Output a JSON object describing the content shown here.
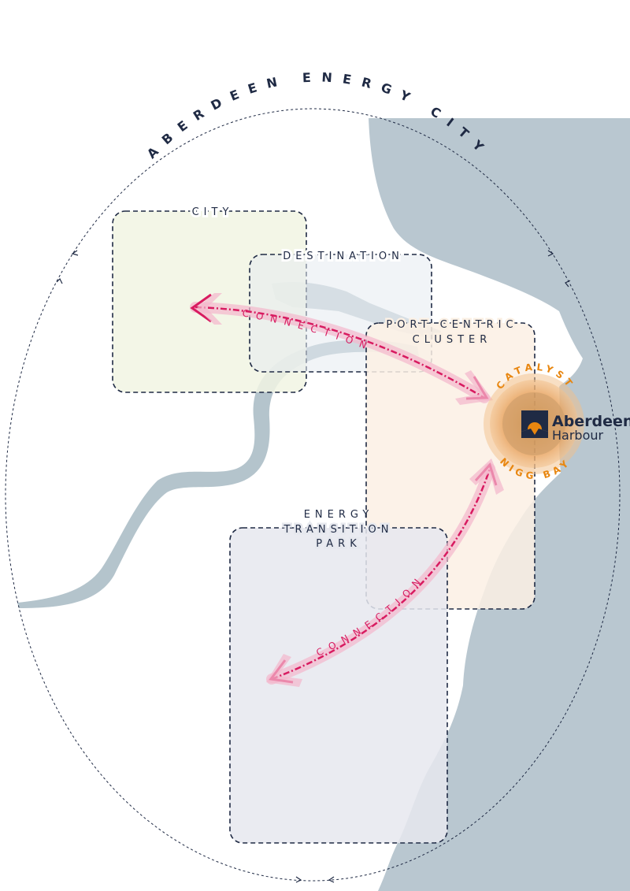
{
  "title": "ABERDEEN ENERGY CITY",
  "zones": {
    "city": "CITY",
    "destination": "DESTINATION",
    "port_centric": [
      "PORT CENTRIC",
      "CLUSTER"
    ],
    "energy_transition": [
      "ENERGY",
      "TRANSITION",
      "PARK"
    ]
  },
  "connections": {
    "upper": "CONNECTION",
    "lower": "CONNECTION"
  },
  "catalyst": {
    "top": "CATALYST",
    "bottom": "NIGG BAY"
  },
  "logo": {
    "name": "Aberdeen",
    "sub": "Harbour"
  },
  "colors": {
    "sea": "#b9c7d0",
    "river": "#b4c4cc",
    "city_zone": "#f1f5e3",
    "destination_zone": "#e6ebf1",
    "port_zone": "#fbf0e4",
    "energy_zone": "#e6e8ee",
    "connection": "#d81b60",
    "catalyst": "#e8860f",
    "navy": "#1f2a44"
  }
}
